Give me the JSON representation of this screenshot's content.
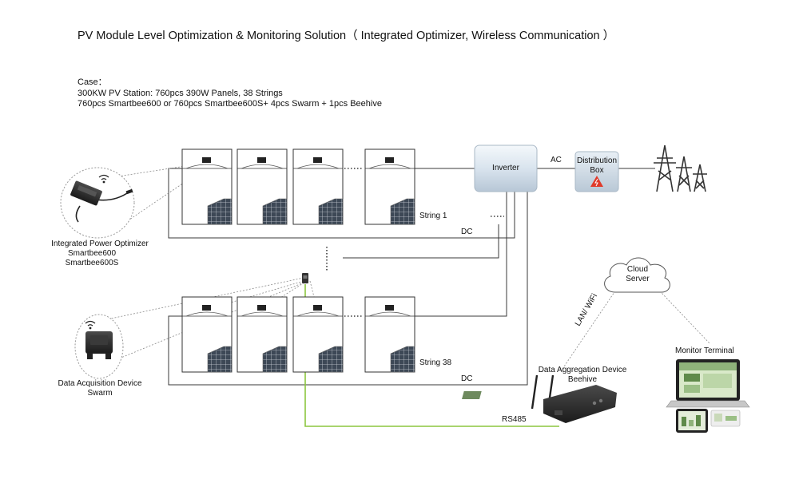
{
  "title": "PV Module Level Optimization & Monitoring Solution（ Integrated Optimizer, Wireless Communication ）",
  "case": {
    "heading": "Case：",
    "line1": "300KW PV Station: 760pcs 390W Panels, 38 Strings",
    "line2": "760pcs Smartbee600  or 760pcs Smartbee600S+ 4pcs Swarm + 1pcs Beehive"
  },
  "labels": {
    "inverter": "Inverter",
    "ac": "AC",
    "distribution_box_1": "Distribution",
    "distribution_box_2": "Box",
    "string1": "String 1",
    "string38": "String 38",
    "dc_top": "DC",
    "dc_bottom": "DC",
    "optimizer_1": "Integrated  Power Optimizer",
    "optimizer_2": "Smartbee600",
    "optimizer_3": "Smartbee600S",
    "swarm_1": "Data Acquisition Device",
    "swarm_2": "Swarm",
    "cloud_1": "Cloud",
    "cloud_2": "Server",
    "lan_wifi": "LAN/ WiFi",
    "beehive_1": "Data Aggregation Device",
    "beehive_2": "Beehive",
    "rs485": "RS485",
    "monitor": "Monitor Terminal"
  },
  "colors": {
    "line": "#3a3a3a",
    "rs485": "#8cc63f",
    "inverter_fill": "#d7e3ee",
    "box_fill": "#cfdbe6",
    "warning": "#e03a2a"
  }
}
